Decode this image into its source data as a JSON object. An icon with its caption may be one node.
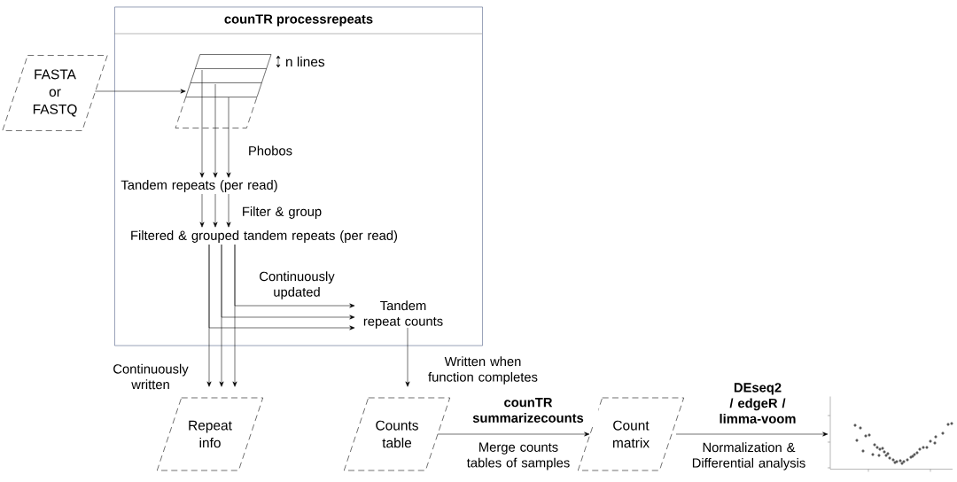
{
  "diagram": {
    "nodes": [
      {
        "text": [
          "counTR processrepeats"
        ]
      },
      {
        "text": [
          "FASTA or FASTQ"
        ]
      },
      {
        "text": [],
        "shape": "parallelogram",
        "in": 0,
        "beside": [
          "n lines"
        ]
      },
      {
        "text": [
          "Tandem repeats (per read)"
        ],
        "in": 0
      },
      {
        "text": [
          "Filtered & grouped tandem repeats (per read)"
        ],
        "in": 0
      },
      {
        "text": [
          "Tandem repeat counts"
        ],
        "in": 0
      },
      {
        "text": [
          "Repeat info"
        ]
      },
      {
        "text": [
          "Counts table"
        ]
      },
      {
        "text": [
          "Count matrix"
        ]
      },
      {
        "text": [],
        "shape": "picture"
      }
    ],
    "edges": [
      {
        "from": 1,
        "to": 2,
        "arrow": "to"
      },
      {
        "from": 2,
        "to": 3,
        "arrow": "to"
      },
      {
        "from": 2,
        "to": 3,
        "arrow": "to"
      },
      {
        "from": 2,
        "to": 3,
        "arrow": "to",
        "label": "Phobos"
      },
      {
        "from": 3,
        "to": 4,
        "arrow": "to"
      },
      {
        "from": 3,
        "to": 4,
        "arrow": "to"
      },
      {
        "from": 3,
        "to": 4,
        "arrow": "to",
        "label": "Filter & group"
      },
      {
        "from": 4,
        "to": 5,
        "arrow": "to",
        "label": "Continuously updated"
      },
      {
        "from": 4,
        "to": 5,
        "arrow": "to"
      },
      {
        "from": 4,
        "to": 5,
        "arrow": "to"
      },
      {
        "from": 4,
        "to": 6,
        "arrow": "to",
        "label": "Continuously written"
      },
      {
        "from": 4,
        "to": 6,
        "arrow": "to"
      },
      {
        "from": 4,
        "to": 6,
        "arrow": "to"
      },
      {
        "from": 5,
        "to": 7,
        "arrow": "to",
        "label": "Written when function completes"
      },
      {
        "from": 7,
        "to": 8,
        "arrow": "to",
        "label": "counTR summarizecounts"
      },
      {
        "from": 8,
        "to": 9,
        "arrow": "to",
        "label": "DEseq2 / edgeR / limma-voom"
      }
    ],
    "labels": [
      "Merge counts tables of samples",
      "Normalization & Differential analysis"
    ]
  }
}
